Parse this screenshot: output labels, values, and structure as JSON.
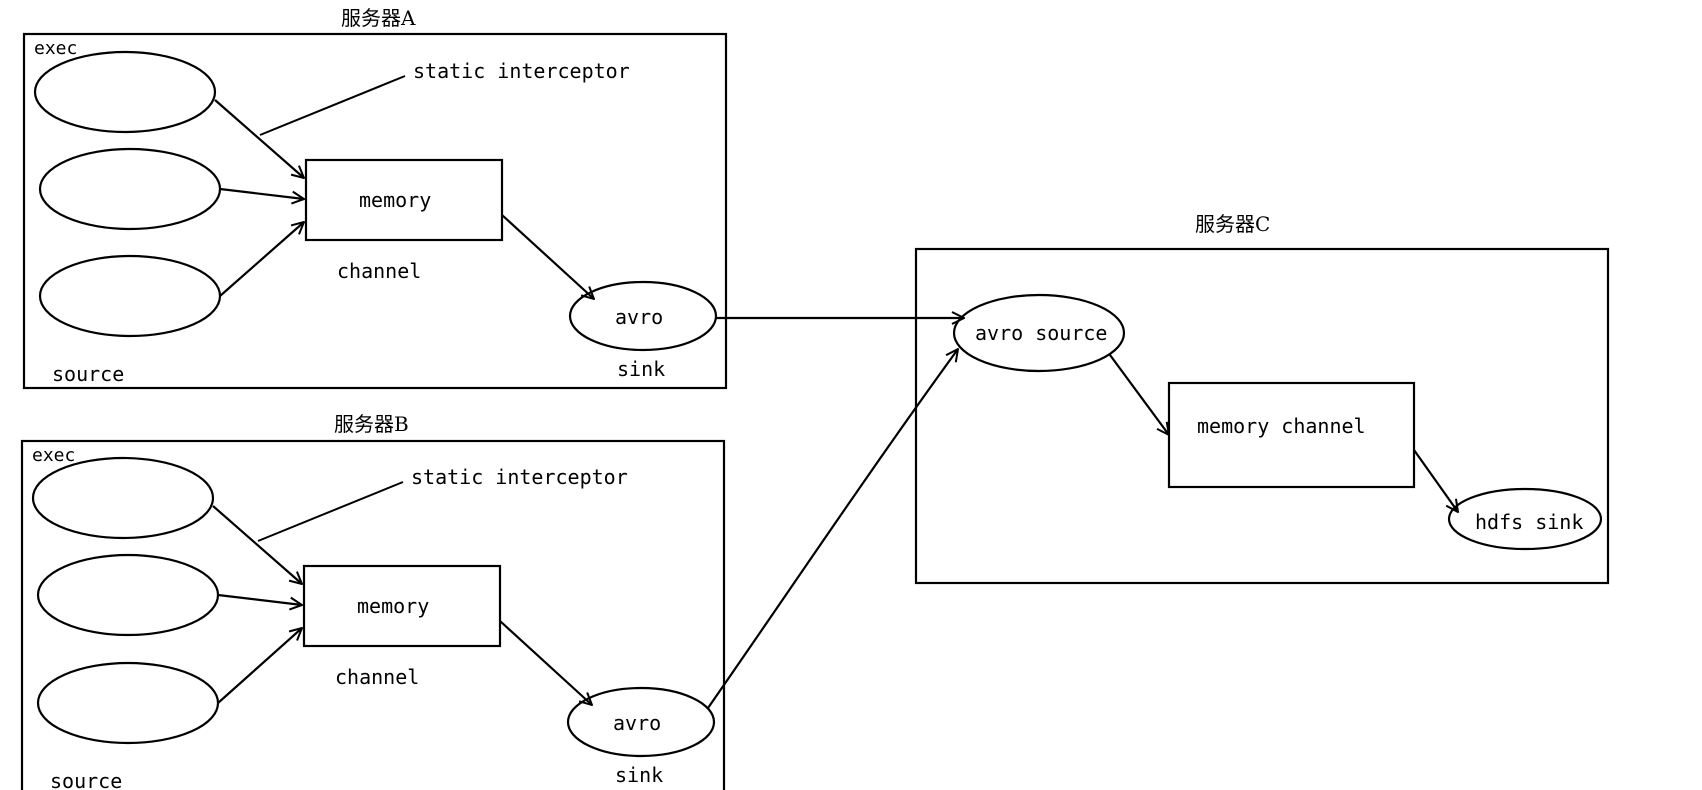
{
  "server_a": {
    "title": "服务器A",
    "exec_label": "exec",
    "interceptor_label": "static interceptor",
    "channel_label": "memory",
    "channel_caption": "channel",
    "sink_label": "avro",
    "sink_caption": "sink",
    "source_caption": "source"
  },
  "server_b": {
    "title": "服务器B",
    "exec_label": "exec",
    "interceptor_label": "static interceptor",
    "channel_label": "memory",
    "channel_caption": "channel",
    "sink_label": "avro",
    "sink_caption": "sink",
    "source_caption": "source"
  },
  "server_c": {
    "title": "服务器C",
    "source_label": "avro source",
    "channel_label": "memory channel",
    "sink_label": "hdfs sink"
  }
}
